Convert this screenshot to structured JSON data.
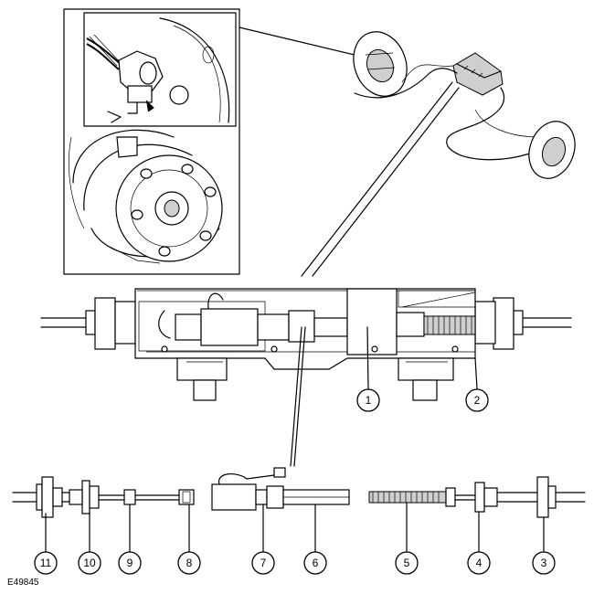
{
  "figure_ref": "E49845",
  "callouts": {
    "c1": "1",
    "c2": "2",
    "c3": "3",
    "c4": "4",
    "c5": "5",
    "c6": "6",
    "c7": "7",
    "c8": "8",
    "c9": "9",
    "c10": "10",
    "c11": "11"
  }
}
